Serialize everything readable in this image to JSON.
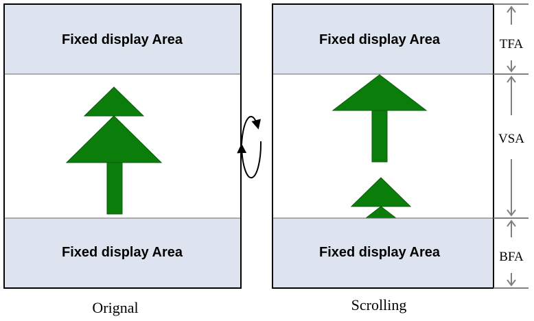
{
  "left_panel": {
    "top_area_label": "Fixed display Area",
    "bottom_area_label": "Fixed display Area",
    "caption": "Orignal"
  },
  "right_panel": {
    "top_area_label": "Fixed display Area",
    "bottom_area_label": "Fixed display Area",
    "caption": "Scrolling"
  },
  "dimensions": {
    "top_label": "TFA",
    "middle_label": "VSA",
    "bottom_label": "BFA"
  },
  "colors": {
    "fixed_area_fill": "#dde3ef",
    "tree_fill": "#0a7d0a",
    "tree_stroke": "#0a5a0a",
    "outline": "#000000",
    "divider": "#666666",
    "dimension_line": "#7f7f7f"
  },
  "icons": {
    "tree": "tree-icon",
    "rotate": "rotate-arrows-icon"
  }
}
